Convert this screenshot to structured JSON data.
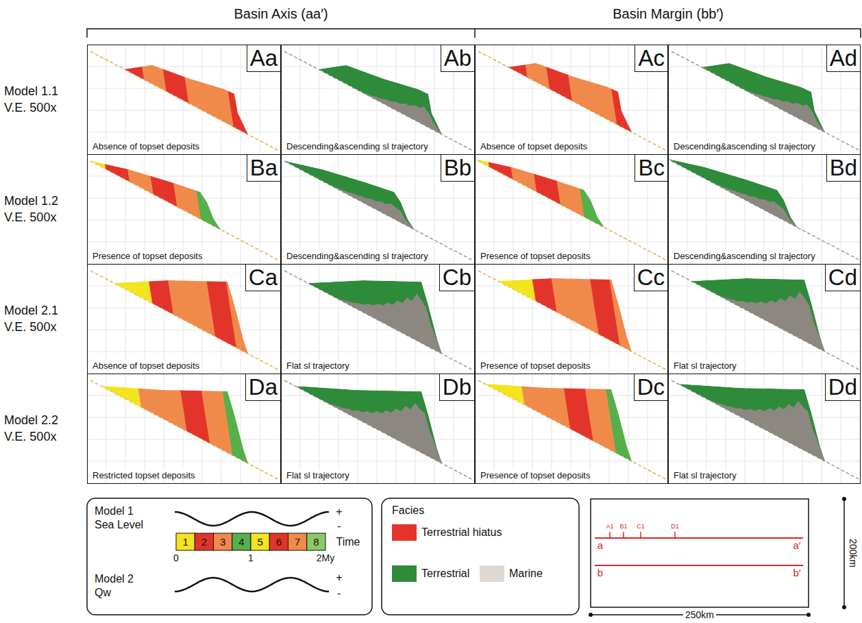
{
  "diagram": {
    "nodes": [
      {
        "text": [
          "Aa",
          "Absence of topset deposits"
        ]
      },
      {
        "text": [
          "Ab",
          "Descending&ascending sl trajectory"
        ]
      },
      {
        "text": [
          "Ac",
          "Absence of topset deposits"
        ]
      },
      {
        "text": [
          "Ad",
          "Descending&ascending sl trajectory"
        ]
      },
      {
        "text": [
          "Ba",
          "Presence of topset deposits"
        ]
      },
      {
        "text": [
          "Bb",
          "Descending&ascending sl trajectory"
        ]
      },
      {
        "text": [
          "Bc",
          "Presence of topset deposits"
        ]
      },
      {
        "text": [
          "Bd",
          "Descending&ascending sl trajectory"
        ]
      },
      {
        "text": [
          "Ca",
          "Absence of topset deposits"
        ]
      },
      {
        "text": [
          "Cb",
          "Flat sl trajectory"
        ]
      },
      {
        "text": [
          "Cc",
          "Presence of topset deposits"
        ]
      },
      {
        "text": [
          "Cd",
          "Flat sl trajectory"
        ]
      },
      {
        "text": [
          "Da",
          "Restricted topset deposits"
        ]
      },
      {
        "text": [
          "Db",
          "Flat sl trajectory"
        ]
      },
      {
        "text": [
          "Dc",
          "Presence of topset deposits"
        ]
      },
      {
        "text": [
          "Dd",
          "Flat sl trajectory"
        ]
      }
    ],
    "labels": [
      "Basin Axis (aa′)",
      "Basin Margin (bb′)",
      "Model 1.1",
      "V.E. 500x",
      "Model 1.2",
      "V.E. 500x",
      "Model 2.1",
      "V.E. 500x",
      "Model 2.2",
      "V.E. 500x",
      "Model 1",
      "Sea Level",
      "+",
      "-",
      "1",
      "2",
      "3",
      "4",
      "5",
      "6",
      "7",
      "8",
      "Time",
      "0",
      "1",
      "2My",
      "Model 2",
      "Qw",
      "+",
      "-",
      "Facies",
      "A1",
      "B1",
      "C1",
      "D1",
      "a",
      "a′",
      "b",
      "b′",
      "200km",
      "250km"
    ],
    "legend": [
      {
        "text": "Terrestrial hiatus",
        "color": "#e3342b"
      },
      {
        "text": "Terrestrial",
        "color": "#2e8b3a"
      },
      {
        "text": "Marine",
        "color": "#ddd8d3"
      }
    ]
  }
}
